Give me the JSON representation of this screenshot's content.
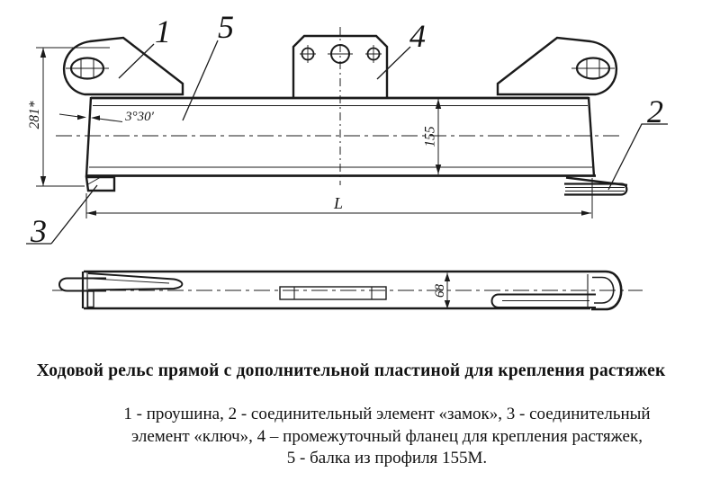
{
  "figure": {
    "callouts": {
      "n1": "1",
      "n2": "2",
      "n3": "3",
      "n4": "4",
      "n5": "5"
    },
    "dims": {
      "overall_height": "281*",
      "web_angle": "3°30′",
      "profile_height": "155",
      "length": "L",
      "bottom_width": "68"
    }
  },
  "caption": {
    "title": "Ходовой рельс прямой с дополнительной пластиной для крепления растяжек"
  },
  "legend": {
    "line1": "1 - проушина, 2 - соединительный элемент «замок», 3 - соединительный",
    "line2": "элемент «ключ», 4 – промежуточный фланец для крепления растяжек,",
    "line3": "5 - балка из профиля 155М."
  }
}
